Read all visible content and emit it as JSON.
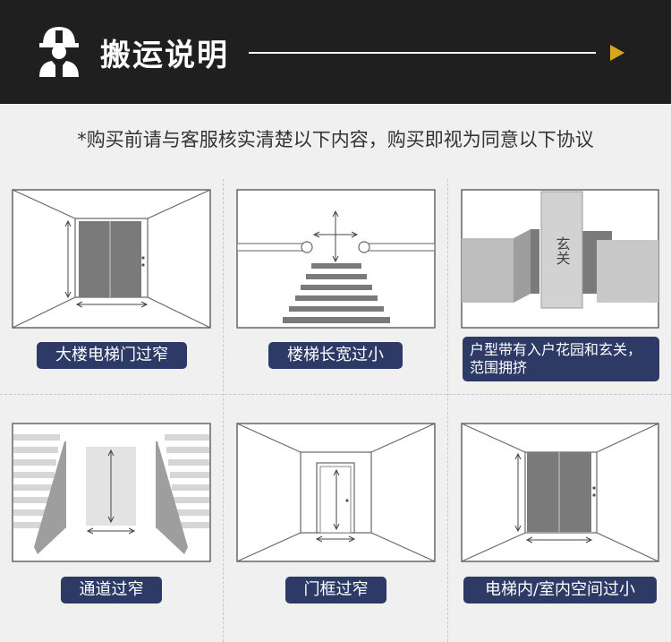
{
  "header": {
    "title": "搬运说明",
    "icon": "worker-helmet-icon",
    "accent_color": "#d4a81c",
    "background_color": "#1f1f1f"
  },
  "subtitle": "*购买前请与客服核实清楚以下内容，购买即视为同意以下协议",
  "label_color": "#2d3a66",
  "cells": [
    {
      "label": "大楼电梯门过窄",
      "icon": "elevator-door-icon"
    },
    {
      "label": "楼梯长宽过小",
      "icon": "stairs-icon"
    },
    {
      "label": "户型带有入户花园和玄关，范围拥挤",
      "icon": "entrance-hall-icon",
      "diagram_text": "玄关"
    },
    {
      "label": "通道过窄",
      "icon": "narrow-passage-icon"
    },
    {
      "label": "门框过窄",
      "icon": "door-frame-icon"
    },
    {
      "label": "电梯内/室内空间过小",
      "icon": "elevator-interior-icon"
    }
  ]
}
